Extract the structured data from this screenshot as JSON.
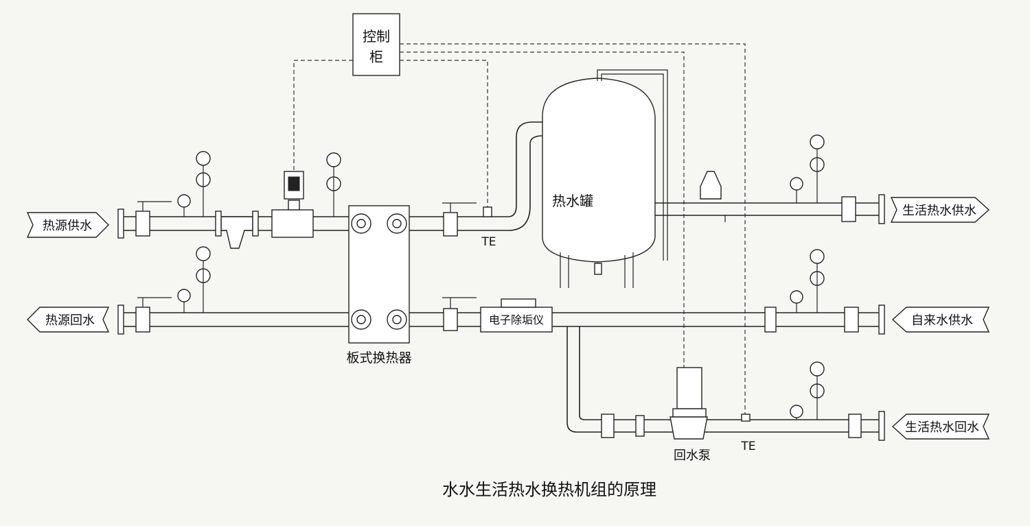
{
  "diagram": {
    "caption": "水水生活热水换热机组的原理",
    "control_cabinet_label": "控制\n柜",
    "control_cabinet_line1": "控制",
    "control_cabinet_line2": "柜",
    "tank_label": "热水罐",
    "heat_exchanger_label": "板式换热器",
    "descaler_label": "电子除垢仪",
    "pump_label": "回水泵",
    "te_label_top": "TE",
    "te_label_bottom": "TE",
    "inputs": {
      "heat_source_supply": "热源供水",
      "heat_source_return": "热源回水",
      "domestic_hot_supply": "生活热水供水",
      "tap_water_supply": "自来水供水",
      "domestic_hot_return": "生活热水回水"
    }
  }
}
